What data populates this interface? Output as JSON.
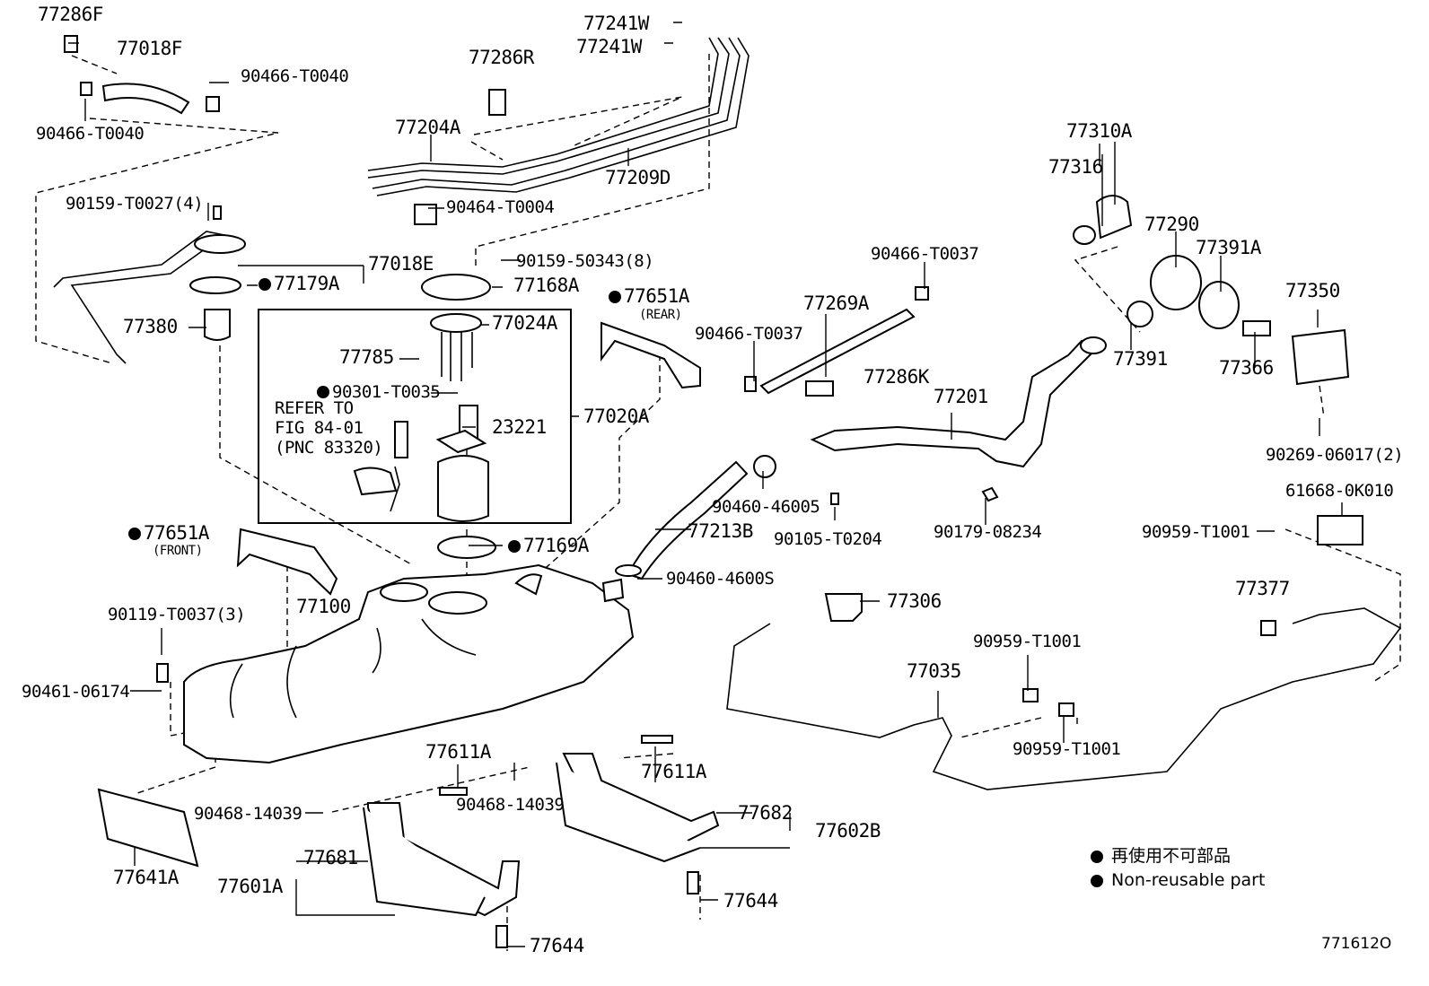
{
  "diagram": {
    "figure_id": "771612O",
    "parts": [
      {
        "key": "77286F",
        "label": "77286F"
      },
      {
        "key": "77018F",
        "label": "77018F"
      },
      {
        "key": "90466-T0040a",
        "label": "90466-T0040"
      },
      {
        "key": "90466-T0040b",
        "label": "90466-T0040"
      },
      {
        "key": "77241Wa",
        "label": "77241W"
      },
      {
        "key": "77241Wb",
        "label": "77241W"
      },
      {
        "key": "77286R",
        "label": "77286R"
      },
      {
        "key": "77204A",
        "label": "77204A"
      },
      {
        "key": "77209D",
        "label": "77209D"
      },
      {
        "key": "90464-T0004",
        "label": "90464-T0004"
      },
      {
        "key": "77310A",
        "label": "77310A"
      },
      {
        "key": "77316",
        "label": "77316"
      },
      {
        "key": "77290",
        "label": "77290"
      },
      {
        "key": "77391A",
        "label": "77391A"
      },
      {
        "key": "77350",
        "label": "77350"
      },
      {
        "key": "90159-T0027",
        "label": "90159-T0027(4)"
      },
      {
        "key": "77018E",
        "label": "77018E"
      },
      {
        "key": "77179A",
        "label": "77179A",
        "nonreusable": true
      },
      {
        "key": "77380",
        "label": "77380"
      },
      {
        "key": "90159-50343",
        "label": "90159-50343(8)"
      },
      {
        "key": "77168A",
        "label": "77168A"
      },
      {
        "key": "90466-T0037a",
        "label": "90466-T0037"
      },
      {
        "key": "77269A",
        "label": "77269A"
      },
      {
        "key": "77651A-rear",
        "label": "77651A",
        "nonreusable": true
      },
      {
        "key": "rear",
        "label": "(REAR)"
      },
      {
        "key": "77024A",
        "label": "77024A"
      },
      {
        "key": "77785",
        "label": "77785"
      },
      {
        "key": "90301-T0035",
        "label": "90301-T0035",
        "nonreusable": true
      },
      {
        "key": "refer1",
        "label": "REFER TO"
      },
      {
        "key": "refer2",
        "label": "FIG 84-01"
      },
      {
        "key": "refer3",
        "label": "(PNC 83320)"
      },
      {
        "key": "23221",
        "label": "23221"
      },
      {
        "key": "77020A",
        "label": "77020A"
      },
      {
        "key": "90466-T0037b",
        "label": "90466-T0037"
      },
      {
        "key": "77286K",
        "label": "77286K"
      },
      {
        "key": "77201",
        "label": "77201"
      },
      {
        "key": "77391",
        "label": "77391"
      },
      {
        "key": "77366",
        "label": "77366"
      },
      {
        "key": "90269-06017",
        "label": "90269-06017(2)"
      },
      {
        "key": "90460-46005a",
        "label": "90460-46005"
      },
      {
        "key": "90105-T0204",
        "label": "90105-T0204"
      },
      {
        "key": "90179-08234",
        "label": "90179-08234"
      },
      {
        "key": "61668-0K010",
        "label": "61668-0K010"
      },
      {
        "key": "90959-T1001a",
        "label": "90959-T1001"
      },
      {
        "key": "77651A-front",
        "label": "77651A",
        "nonreusable": true
      },
      {
        "key": "front",
        "label": "(FRONT)"
      },
      {
        "key": "77213B",
        "label": "77213B"
      },
      {
        "key": "77169A",
        "label": "77169A",
        "nonreusable": true
      },
      {
        "key": "90460-46005b",
        "label": "90460-4600S"
      },
      {
        "key": "77100",
        "label": "77100"
      },
      {
        "key": "90119-T0037",
        "label": "90119-T0037(3)"
      },
      {
        "key": "77306",
        "label": "77306"
      },
      {
        "key": "77377",
        "label": "77377"
      },
      {
        "key": "90461-06174",
        "label": "90461-06174"
      },
      {
        "key": "90959-T1001b",
        "label": "90959-T1001"
      },
      {
        "key": "77035",
        "label": "77035"
      },
      {
        "key": "90959-T1001c",
        "label": "90959-T1001"
      },
      {
        "key": "77611Aa",
        "label": "77611A"
      },
      {
        "key": "77611Ab",
        "label": "77611A"
      },
      {
        "key": "90468-14039a",
        "label": "90468-14039"
      },
      {
        "key": "90468-14039b",
        "label": "90468-14039"
      },
      {
        "key": "77682",
        "label": "77682"
      },
      {
        "key": "77602B",
        "label": "77602B"
      },
      {
        "key": "77641A",
        "label": "77641A"
      },
      {
        "key": "77681",
        "label": "77681"
      },
      {
        "key": "77601A",
        "label": "77601A"
      },
      {
        "key": "77644a",
        "label": "77644"
      },
      {
        "key": "77644b",
        "label": "77644"
      }
    ],
    "legend": {
      "jp": "再使用不可部品",
      "en": "Non-reusable part"
    }
  }
}
